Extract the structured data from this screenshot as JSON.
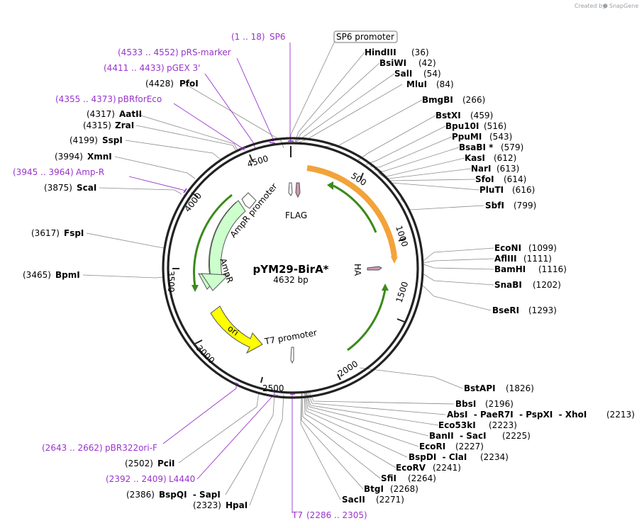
{
  "watermark": {
    "prefix": "Created by",
    "brand": "SnapGene"
  },
  "plasmid": {
    "name": "pYM29-BirA*",
    "size_label": "4632 bp",
    "length": 4632
  },
  "ring_ticks": [
    "500",
    "1000",
    "1500",
    "2000",
    "2500",
    "3000",
    "3500",
    "4000",
    "4500"
  ],
  "features": [
    {
      "label": "AmpR promoter",
      "color": "#ccffcc"
    },
    {
      "label": "AmpR",
      "color": "#ccffcc"
    },
    {
      "label": "ori",
      "color": "#ffff00"
    },
    {
      "label": "T7 promoter",
      "color": "#ffffff"
    },
    {
      "label": "FLAG",
      "color": "#cc99b2"
    },
    {
      "label": "HA",
      "color": "#cc99b2"
    }
  ],
  "callouts": [
    {
      "label": "SP6 promoter"
    }
  ],
  "primers_top": [
    {
      "range": "(1 .. 18)",
      "name": "SP6"
    },
    {
      "range": "(4533 .. 4552)",
      "name": "pRS-marker"
    },
    {
      "range": "(4411 .. 4433)",
      "name": "pGEX 3'"
    },
    {
      "range": "(4355 .. 4373)",
      "name": "pBRforEco"
    },
    {
      "range": "(3945 .. 3964)",
      "name": "Amp-R"
    }
  ],
  "primers_bottom": [
    {
      "range": "(2643 .. 2662)",
      "name": "pBR322ori-F"
    },
    {
      "range": "(2392 .. 2409)",
      "name": "L4440"
    },
    {
      "range": "(2286 .. 2305)",
      "name": "T7"
    }
  ],
  "sites_right": [
    {
      "name": "HindIII",
      "pos": "(36)"
    },
    {
      "name": "BsiWI",
      "pos": "(42)"
    },
    {
      "name": "SalI",
      "pos": "(54)"
    },
    {
      "name": "MluI",
      "pos": "(84)"
    },
    {
      "name": "BmgBI",
      "pos": "(266)"
    },
    {
      "name": "BstXI",
      "pos": "(459)"
    },
    {
      "name": "Bpu10I",
      "pos": "(516)"
    },
    {
      "name": "PpuMI",
      "pos": "(543)"
    },
    {
      "name": "BsaBI *",
      "pos": "(579)"
    },
    {
      "name": "KasI",
      "pos": "(612)"
    },
    {
      "name": "NarI",
      "pos": "(613)"
    },
    {
      "name": "SfoI",
      "pos": "(614)"
    },
    {
      "name": "PluTI",
      "pos": "(616)"
    },
    {
      "name": "SbfI",
      "pos": "(799)"
    },
    {
      "name": "EcoNI",
      "pos": "(1099)"
    },
    {
      "name": "AflIII",
      "pos": "(1111)"
    },
    {
      "name": "BamHI",
      "pos": "(1116)"
    },
    {
      "name": "SnaBI",
      "pos": "(1202)"
    },
    {
      "name": "BseRI",
      "pos": "(1293)"
    },
    {
      "name": "BstAPI",
      "pos": "(1826)"
    },
    {
      "name": "BbsI",
      "pos": "(2196)"
    },
    {
      "name": "AbsI  - PaeR7I  - PspXI  - XhoI",
      "pos": "(2213)"
    },
    {
      "name": "Eco53kI",
      "pos": "(2223)"
    },
    {
      "name": "BanII  - SacI",
      "pos": "(2225)"
    },
    {
      "name": "EcoRI",
      "pos": "(2227)"
    },
    {
      "name": "BspDI  - ClaI",
      "pos": "(2234)"
    },
    {
      "name": "EcoRV",
      "pos": "(2241)"
    },
    {
      "name": "SfiI",
      "pos": "(2264)"
    },
    {
      "name": "BtgI",
      "pos": "(2268)"
    },
    {
      "name": "SacII",
      "pos": "(2271)"
    }
  ],
  "sites_left": [
    {
      "name": "PfoI",
      "pos": "(4428)"
    },
    {
      "name": "AatII",
      "pos": "(4317)"
    },
    {
      "name": "ZraI",
      "pos": "(4315)"
    },
    {
      "name": "SspI",
      "pos": "(4199)"
    },
    {
      "name": "XmnI",
      "pos": "(3994)"
    },
    {
      "name": "ScaI",
      "pos": "(3875)"
    },
    {
      "name": "FspI",
      "pos": "(3617)"
    },
    {
      "name": "BpmI",
      "pos": "(3465)"
    },
    {
      "name": "PciI",
      "pos": "(2502)"
    },
    {
      "name": "BspQI  - SapI",
      "pos": "(2386)"
    },
    {
      "name": "HpaI",
      "pos": "(2323)"
    }
  ],
  "colors": {
    "primer": "#9933cc",
    "backbone": "#222222",
    "orf_arrow": "#3a8a1a",
    "orange": "#f2a33a"
  }
}
